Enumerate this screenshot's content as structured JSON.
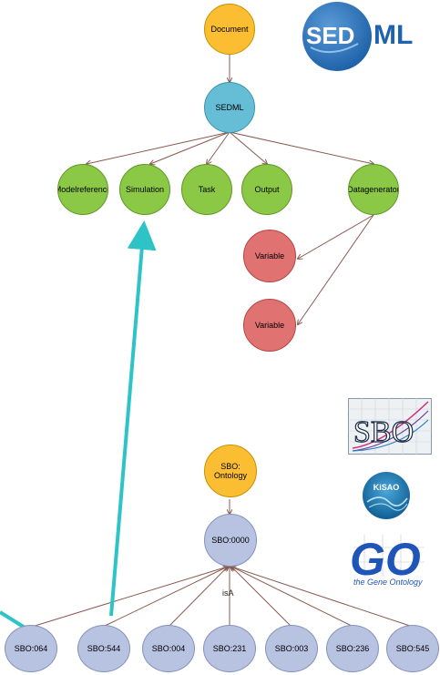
{
  "colors": {
    "orange": "#fbbe33",
    "blue": "#66bdd6",
    "green": "#8bc846",
    "red": "#e17272",
    "lavender": "#b8c3e2",
    "edge": "#8a5a50",
    "arrow_cyan": "#2ec4c7"
  },
  "sedml_tree": {
    "root": "Document",
    "level1": "SEDML",
    "level2": [
      "Modelreference",
      "Simulation",
      "Task",
      "Output",
      "Datagenerator"
    ],
    "variables": [
      "Variable",
      "Variable"
    ]
  },
  "sbo_tree": {
    "root": "SBO: Ontology",
    "level1": "SBO:0000",
    "edge_label": "isA",
    "leaves": [
      "SBO:064",
      "SBO:544",
      "SBO:004",
      "SBO:231",
      "SBO:003",
      "SBO:236",
      "SBO:545"
    ]
  },
  "logos": {
    "sedml_part1": "SED",
    "sedml_part2": "ML",
    "sbo": "SBO",
    "kisao": "KiSAO",
    "go_letters": "GO",
    "go_tagline": "the Gene Ontology"
  }
}
